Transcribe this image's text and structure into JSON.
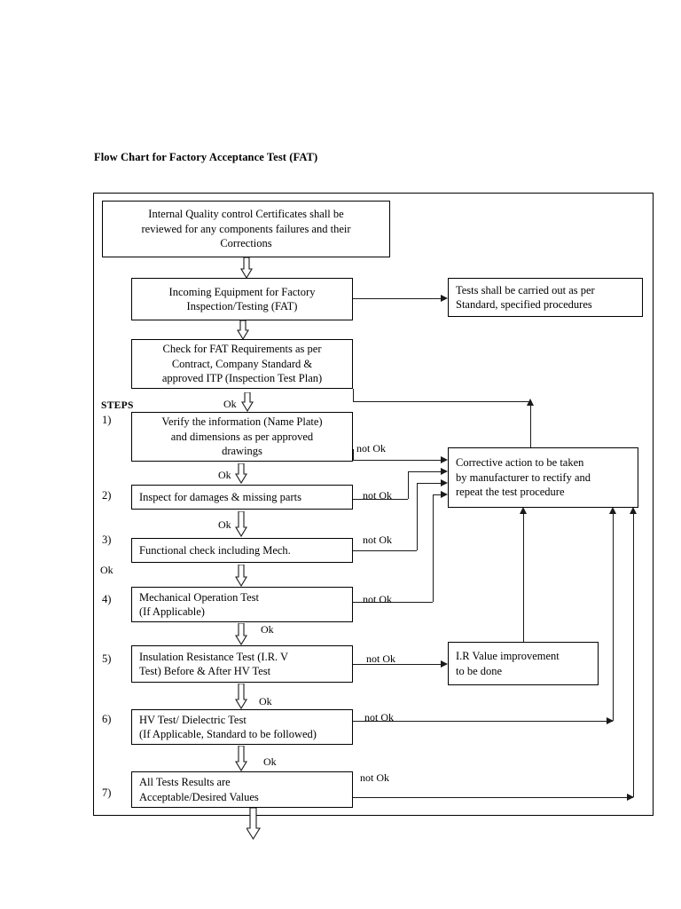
{
  "title": "Flow Chart for Factory Acceptance Test (FAT)",
  "labels": {
    "steps_header": "STEPS",
    "ok": "Ok",
    "not_ok": "not Ok"
  },
  "nodes": {
    "quality_certificates": {
      "lines": [
        "Internal Quality control Certificates shall be",
        "reviewed for any components failures and their",
        "Corrections"
      ]
    },
    "incoming_equipment": {
      "lines": [
        "Incoming Equipment for Factory",
        "Inspection/Testing (FAT)"
      ]
    },
    "tests_standard": {
      "lines": [
        "Tests shall be carried out as per",
        "Standard, specified procedures"
      ]
    },
    "fat_requirements": {
      "lines": [
        "Check for FAT Requirements as per",
        "Contract, Company Standard &",
        "approved ITP (Inspection Test Plan)"
      ]
    },
    "corrective_action": {
      "lines": [
        "Corrective action to be taken",
        "by manufacturer to rectify and",
        "repeat the test procedure"
      ]
    },
    "ir_improvement": {
      "lines": [
        "I.R Value improvement",
        "to be done"
      ]
    }
  },
  "steps": [
    {
      "number": "1)",
      "lines": [
        "Verify the information (Name Plate)",
        "and dimensions as per approved",
        "drawings"
      ]
    },
    {
      "number": "2)",
      "lines": [
        "Inspect for damages & missing parts"
      ]
    },
    {
      "number": "3)",
      "lines": [
        "Functional check including Mech."
      ]
    },
    {
      "number": "4)",
      "lines": [
        "Mechanical Operation Test",
        "(If Applicable)"
      ]
    },
    {
      "number": "5)",
      "lines": [
        "Insulation Resistance Test (I.R. V",
        "Test) Before & After HV Test"
      ]
    },
    {
      "number": "6)",
      "lines": [
        "HV Test/ Dielectric Test",
        "(If Applicable, Standard to be followed)"
      ]
    },
    {
      "number": "7)",
      "lines": [
        "All Tests Results are",
        "Acceptable/Desired Values"
      ]
    }
  ],
  "colors": {
    "line": "#1a1a1a",
    "border": "#000000",
    "background": "#ffffff"
  }
}
